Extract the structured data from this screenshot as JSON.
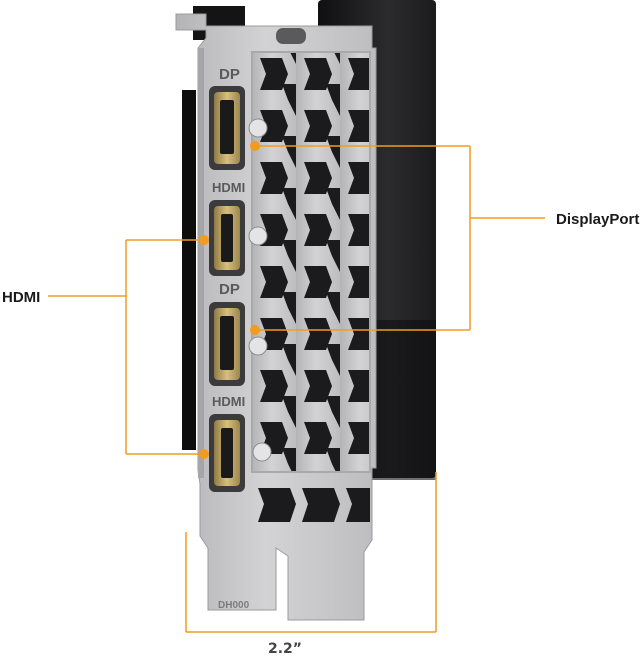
{
  "callouts": {
    "hdmi_label": "HDMI",
    "displayport_label": "DisplayPort"
  },
  "bracket_labels": {
    "dp_top": "DP",
    "hdmi_top": "HDMI",
    "dp_mid": "DP",
    "hdmi_bottom": "HDMI",
    "part_code": "DH000"
  },
  "dimension": {
    "width_label": "2.2”"
  },
  "colors": {
    "accent": "#f39a21",
    "bracket": "#c9c9cb",
    "card_body": "#1c1c1e",
    "port_gold": "#c7ab67"
  }
}
